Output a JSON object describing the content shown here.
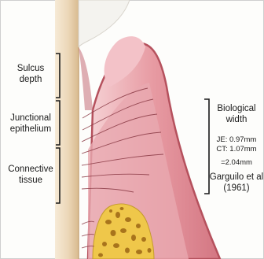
{
  "labels": {
    "sulcus": [
      "Sulcus",
      "depth"
    ],
    "junctional": [
      "Junctional",
      "epithelium"
    ],
    "connective": [
      "Connective",
      "tissue"
    ]
  },
  "biological_width": {
    "title": [
      "Biological",
      "width"
    ],
    "je": "JE: 0.97mm",
    "ct": "CT: 1.07mm",
    "total": "=2.04mm",
    "citation": [
      "Garguilo et al",
      "(1961)"
    ]
  },
  "colors": {
    "tooth": "#efdcc0",
    "enamel": "#f4f3ef",
    "gingiva": "#dd8a92",
    "gingiva_edge": "#b5515d",
    "mucosa": "#f3c2c8",
    "bone": "#efc74a",
    "bone_pores": "#a8741c"
  }
}
